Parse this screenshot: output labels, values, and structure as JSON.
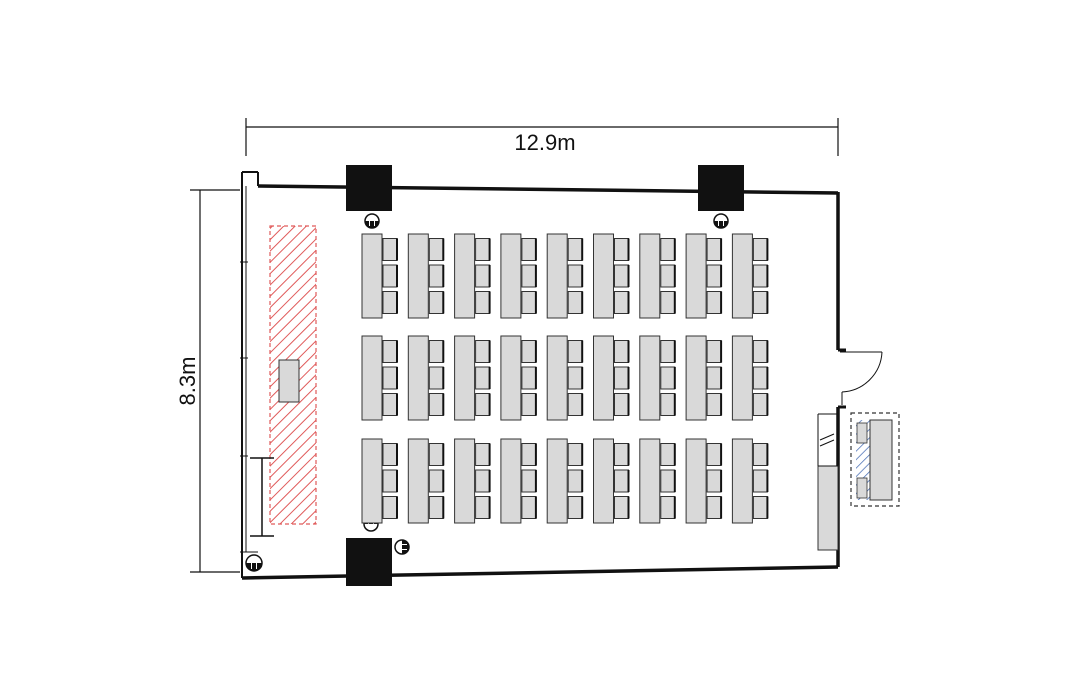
{
  "dimensions": {
    "width_label": "12.9m",
    "height_label": "8.3m"
  },
  "layout": {
    "seat_rows": 3,
    "table_columns": 9,
    "chairs_per_table": 3
  },
  "colors": {
    "wall": "#111111",
    "column": "#111111",
    "table_fill": "#d9d9d9",
    "table_stroke": "#333333",
    "stage_hatch": "#e05a5a",
    "cabinet_hatch": "#4a6fb5",
    "dimension_line": "#111111"
  },
  "icons": {
    "outlet": "outlet-icon",
    "door": "door-swing-icon",
    "stage": "hatched-stage-area",
    "cabinet": "hatched-cabinet-area"
  }
}
